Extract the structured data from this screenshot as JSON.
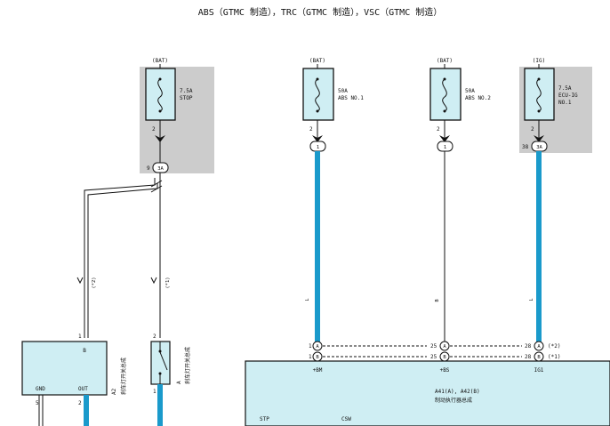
{
  "title": "ABS（GTMC 制造），TRC（GTMC 制造），VSC（GTMC 制造）",
  "fuses": [
    {
      "source": "(BAT)",
      "rating": "7.5A",
      "name": "STOP",
      "pin_out": "2"
    },
    {
      "source": "(BAT)",
      "rating": "50A",
      "name": "ABS NO.1",
      "pin_out": "2"
    },
    {
      "source": "(BAT)",
      "rating": "50A",
      "name": "ABS NO.2",
      "pin_out": "2"
    },
    {
      "source": "(IG)",
      "rating": "7.5A",
      "name1": "ECU-IG",
      "name2": "NO.1",
      "pin_out": "2"
    }
  ],
  "junctions": {
    "stop": {
      "num": "9",
      "conn": "3A"
    },
    "abs1": {
      "conn": "1"
    },
    "abs2": {
      "conn": "1"
    },
    "ig": {
      "num": "38",
      "conn": "3A"
    }
  },
  "branch_labels": {
    "left": "(*2)",
    "mid": "(*1)"
  },
  "wire_marks": {
    "w1": "L",
    "w2": "B",
    "w3": "L"
  },
  "stop_switch_assy": {
    "pin_b_num": "1",
    "pin_b": "B",
    "pin_gnd": "GND",
    "pin_out": "OUT",
    "pin_gnd_num": "5",
    "pin_out_num": "2",
    "code": "A2",
    "name": "刹车灯开关总成"
  },
  "stop_switch": {
    "pin_top": "2",
    "pin_bottom": "1",
    "code": "A",
    "name": "刹车灯开关总成"
  },
  "actuator": {
    "pins": [
      {
        "row1_num": "1",
        "row1_conn": "A",
        "row2_num": "1",
        "row2_conn": "B",
        "label": "+BM"
      },
      {
        "row1_num": "25",
        "row1_conn": "A",
        "row2_num": "25",
        "row2_conn": "B",
        "label": "+BS"
      },
      {
        "row1_num": "28",
        "row1_conn": "A",
        "row2_num": "28",
        "row2_conn": "B",
        "label": "IG1"
      }
    ],
    "variant_row1": "(*2)",
    "variant_row2": "(*1)",
    "code": "A41(A), A42(B)",
    "name": "制动执行器总成",
    "stp": "STP",
    "csw": "CSW"
  }
}
